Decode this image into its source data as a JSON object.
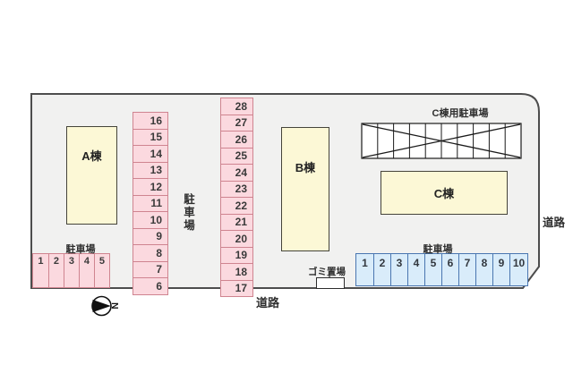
{
  "site": {
    "buildings": {
      "a": {
        "label": "A棟"
      },
      "b": {
        "label": "B棟"
      },
      "c": {
        "label": "C棟"
      }
    },
    "labels": {
      "c_lot_title": "C棟用駐車場",
      "center_lot_vertical": "駐車場",
      "left_lot": "駐車場",
      "blue_lot": "駐車場",
      "trash": "ゴミ置場",
      "road_bottom": "道路",
      "road_right": "道路",
      "compass_n": "N"
    },
    "stalls": {
      "column_a": [
        "16",
        "15",
        "14",
        "13",
        "12",
        "11",
        "10",
        "9",
        "8",
        "7",
        "6"
      ],
      "column_b": [
        "28",
        "27",
        "26",
        "25",
        "24",
        "23",
        "22",
        "21",
        "20",
        "19",
        "18",
        "17"
      ],
      "left_row": [
        "1",
        "2",
        "3",
        "4",
        "5"
      ],
      "blue_row": [
        "1",
        "2",
        "3",
        "4",
        "5",
        "6",
        "7",
        "8",
        "9",
        "10"
      ]
    },
    "colors": {
      "site_fill": "#f1f1f0",
      "site_border": "#4d4d4d",
      "stall_pink_fill": "#fbd9df",
      "stall_pink_border": "#cf8490",
      "stall_blue_fill": "#d9ecfa",
      "stall_blue_border": "#4a76b0",
      "building_fill": "#fcf8d6",
      "hatch_fill": "#ffffff"
    }
  }
}
